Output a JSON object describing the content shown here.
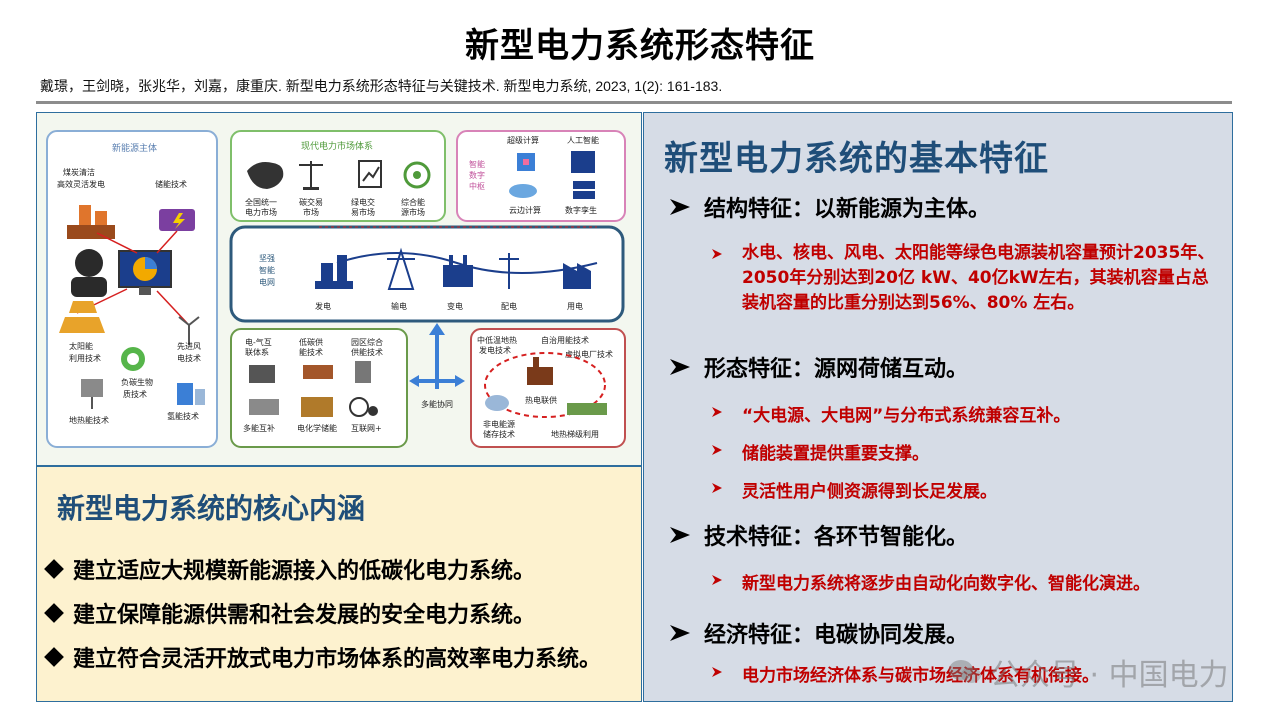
{
  "title": "新型电力系统形态特征",
  "citation": "戴璟，王剑晓，张兆华，刘嘉，康重庆. 新型电力系统形态特征与关键技术. 新型电力系统, 2023, 1(2): 161-183.",
  "figure": {
    "new_energy_group": "新能源主体",
    "coal_label_1": "煤炭清洁",
    "coal_label_2": "高效灵活发电",
    "storage_label": "储能技术",
    "solar_label_1": "太阳能",
    "solar_label_2": "利用技术",
    "wind_label_1": "先进风",
    "wind_label_2": "电技术",
    "bio_label_1": "负碳生物",
    "bio_label_2": "质技术",
    "geo_label": "地热能技术",
    "hydrogen_label": "氢能技术",
    "market_group": "现代电力市场体系",
    "market_items": [
      {
        "l1": "全国统一",
        "l2": "电力市场"
      },
      {
        "l1": "碳交易",
        "l2": "市场"
      },
      {
        "l1": "绿电交",
        "l2": "易市场"
      },
      {
        "l1": "综合能",
        "l2": "源市场"
      }
    ],
    "digital_hub_1": "智能",
    "digital_hub_2": "数字",
    "digital_hub_3": "中枢",
    "supercomputing": "超级计算",
    "ai_label": "人工智能",
    "cloud_label": "云边计算",
    "twin_label": "数字孪生",
    "grid_1": "坚强",
    "grid_2": "智能",
    "grid_3": "电网",
    "grid_stages": [
      "发电",
      "输电",
      "变电",
      "配电",
      "用电"
    ],
    "lower_items": [
      {
        "l1": "电-气互",
        "l2": "联体系"
      },
      {
        "l1": "低碳供",
        "l2": "能技术"
      },
      {
        "l1": "园区综合",
        "l2": "供能技术"
      }
    ],
    "multi_comp": "多能互补",
    "electrochem": "电化学储能",
    "internet_plus": "互联网+",
    "multi_coord": "多能协同",
    "mid_low_geo_1": "中低温地热",
    "mid_low_geo_2": "发电技术",
    "self_gov": "自治用能技术",
    "vpp": "虚拟电厂技术",
    "chp": "热电联供",
    "non_elec_1": "非电能源",
    "non_elec_2": "储存技术",
    "geo_cascade": "地热梯级利用"
  },
  "core": {
    "title": "新型电力系统的核心内涵",
    "items": [
      "建立适应大规模新能源接入的低碳化电力系统。",
      "建立保障能源供需和社会发展的安全电力系统。",
      "建立符合灵活开放式电力市场体系的高效率电力系统。"
    ]
  },
  "features": {
    "title": "新型电力系统的基本特征",
    "structure": "结构特征：以新能源为主体。",
    "structure_sub": "水电、核电、风电、太阳能等绿色电源装机容量预计2035年、2050年分别达到20亿 kW、40亿kW左右，其装机容量占总装机容量的比重分别达到56%、80% 左右。",
    "form": "形态特征：源网荷储互动。",
    "form_subs": [
      "“大电源、大电网”与分布式系统兼容互补。",
      "储能装置提供重要支撑。",
      "灵活性用户侧资源得到长足发展。"
    ],
    "tech": "技术特征：各环节智能化。",
    "tech_sub": "新型电力系统将逐步由自动化向数字化、智能化演进。",
    "econ": "经济特征：电碳协同发展。",
    "econ_sub": "电力市场经济体系与碳市场经济体系有机衔接。"
  },
  "watermark": "公众号 · 中国电力",
  "colors": {
    "heading_blue": "#1f4e79",
    "accent_red": "#c00000",
    "core_bg": "#fdf2cf",
    "feature_bg": "#d6dce6",
    "panel_border": "#2e6e9e"
  }
}
